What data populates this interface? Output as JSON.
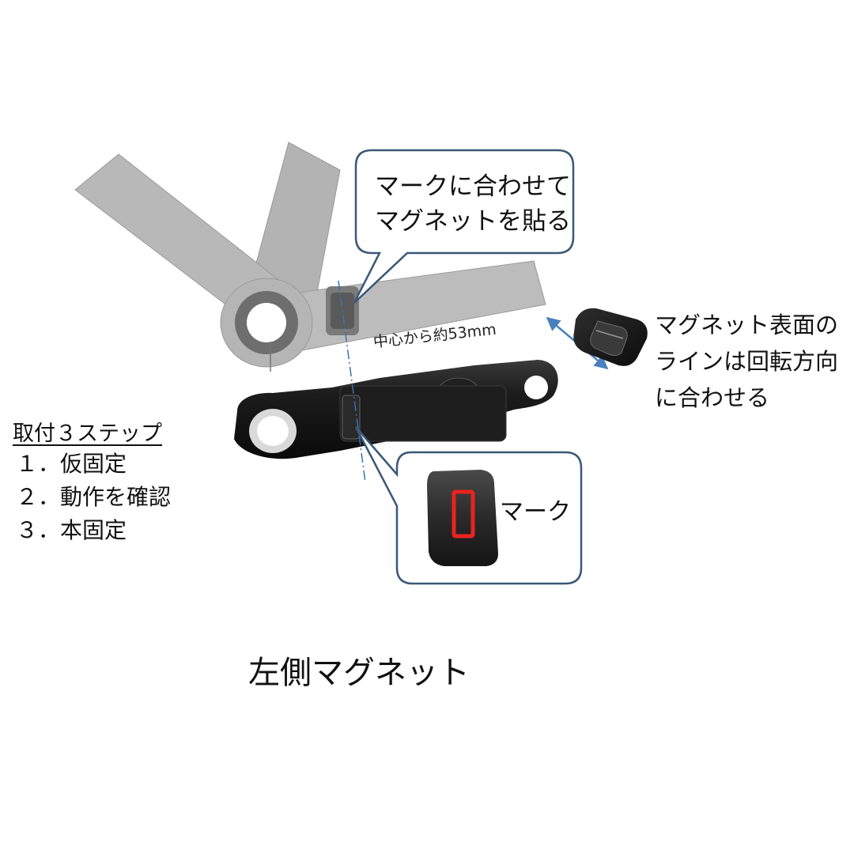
{
  "callout_top": {
    "lines": [
      "マークに合わせて",
      "マグネットを貼る"
    ]
  },
  "side_note": {
    "lines": [
      "マグネット表面の",
      "ラインは回転方向",
      "に合わせる"
    ]
  },
  "distance_label": "中心から約53mm",
  "steps": {
    "title": "取付３ステップ",
    "items": [
      "１．仮固定",
      "２．動作を確認",
      "３．本固定"
    ]
  },
  "mark_callout": {
    "label": "マーク"
  },
  "caption": "左側マグネット",
  "colors": {
    "frame_gray": "#b5b5b5",
    "callout_border": "#3a5878",
    "guide_line": "#3a73b0",
    "arrow": "#4a7fc0",
    "mark_red": "#e8231e",
    "crank_black": "#141414"
  }
}
